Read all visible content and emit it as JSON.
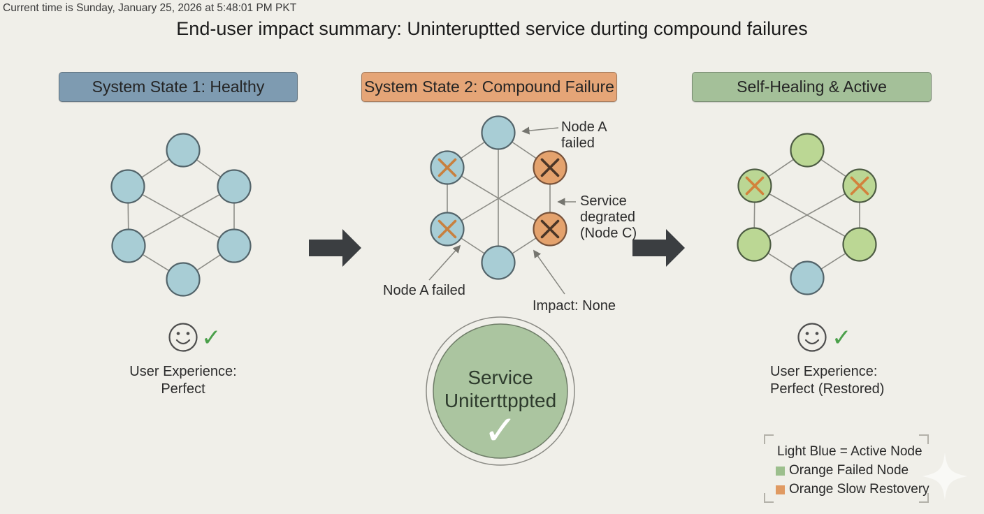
{
  "meta": {
    "current_time": "Current time is Sunday, January 25, 2026 at 5:48:01 PM PKT",
    "title": "End-user impact summary: Uninteruptted service durting compound failures"
  },
  "colors": {
    "background": "#f0efe9",
    "header_healthy": "#7e9bb1",
    "header_failure": "#e5a577",
    "header_healing": "#a4c099",
    "edge": "#8c8c86",
    "annotation_arrow": "#85857f",
    "arrow_dark": "#3b3e41",
    "big_circle_fill": "#abc5a0",
    "big_circle_stroke": "#6f7d68",
    "big_circle_ring": "#8b8b85",
    "check_green": "#4ba04b",
    "smiley": "#4e4e4e"
  },
  "node_styles": {
    "blue": {
      "fill": "#a8cdd5",
      "stroke": "#53646a"
    },
    "blue-x": {
      "fill": "#a8cdd5",
      "stroke": "#53646a",
      "x": "#c8803f"
    },
    "orange-x": {
      "fill": "#e4a26d",
      "stroke": "#77523a",
      "x": "#4a3527"
    },
    "green": {
      "fill": "#bbd794",
      "stroke": "#4d5c43"
    },
    "green-x": {
      "fill": "#bbd794",
      "stroke": "#4d5c43",
      "x": "#d2823c"
    }
  },
  "panels": [
    {
      "id": "healthy",
      "header": "System State 1: Healthy",
      "nodes": [
        "blue",
        "blue",
        "blue",
        "blue",
        "blue",
        "blue"
      ],
      "user_experience": [
        "User Experience:",
        "Perfect"
      ]
    },
    {
      "id": "failure",
      "header": "System State 2: Compound Failure",
      "nodes": [
        "blue",
        "blue-x",
        "orange-x",
        "blue-x",
        "orange-x",
        "blue"
      ],
      "annotations": {
        "node_a_top": [
          "Node A",
          "failed"
        ],
        "service_degrated": [
          "Service",
          "degrated",
          "(Node C)"
        ],
        "node_a_bottom": "Node A failed",
        "impact": "Impact: None"
      },
      "service_circle": [
        "Service",
        "Uniterttppted"
      ]
    },
    {
      "id": "healing",
      "header": "Self-Healing & Active",
      "nodes": [
        "green",
        "green-x",
        "green-x",
        "green",
        "green",
        "blue"
      ],
      "user_experience": [
        "User Experience:",
        "Perfect (Restored)"
      ]
    }
  ],
  "legend": {
    "items": [
      {
        "swatch": null,
        "label": "Light Blue = Active Node"
      },
      {
        "swatch": "#9cbf8d",
        "label": "Orange Failed Node"
      },
      {
        "swatch": "#e09a62",
        "label": "Orange Slow Restovery"
      }
    ]
  },
  "icons": {
    "check": "✓"
  }
}
